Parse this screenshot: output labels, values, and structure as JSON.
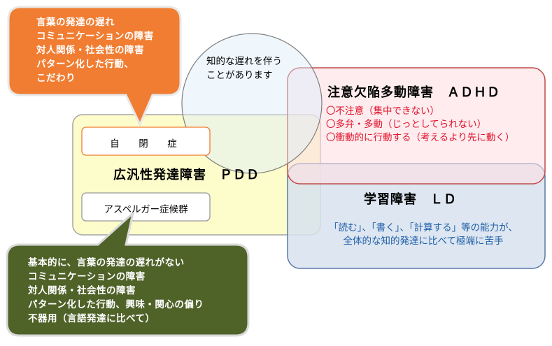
{
  "orange_bubble": {
    "lines": [
      "言葉の発達の遅れ",
      "コミュニケーションの障害",
      "対人関係・社会性の障害",
      "パターン化した行動、",
      "こだわり"
    ],
    "fill": "#f07d32"
  },
  "green_bubble": {
    "lines": [
      "基本的に、言葉の発達の遅れがない",
      "コミュニケーションの障害",
      "対人関係・社会性の障害",
      "パターン化した行動、興味・関心の偏り",
      "不器用（言語発達に比べて）"
    ],
    "fill": "#4f6228"
  },
  "intellectual_note": {
    "lines": [
      "知的な遅れを伴う",
      "ことがあります"
    ],
    "fill": "#dbeefb"
  },
  "adhd": {
    "title": "注意欠陥多動障害　ＡＤＨＤ",
    "items": [
      "〇不注意（集中できない）",
      "〇多弁・多動（じっとしてられない）",
      "〇衝動的に行動する（考えるより先に動く）"
    ],
    "fill": "#fde0e3",
    "text_color": "#e0102a"
  },
  "pdd": {
    "title": "広汎性発達障害　ＰＤＤ",
    "fill": "#fdfcc8",
    "autism_label": "自　閉　症",
    "asperger_label": "アスペルガー症候群"
  },
  "ld": {
    "title": "学習障害　ＬＤ",
    "desc_lines": [
      "「読む」、「書く」、「計算する」等の能力が、",
      "全体的な知的発達に比べて極端に苦手"
    ],
    "fill": "#d7e2ef",
    "text_color": "#1f5fa8"
  }
}
